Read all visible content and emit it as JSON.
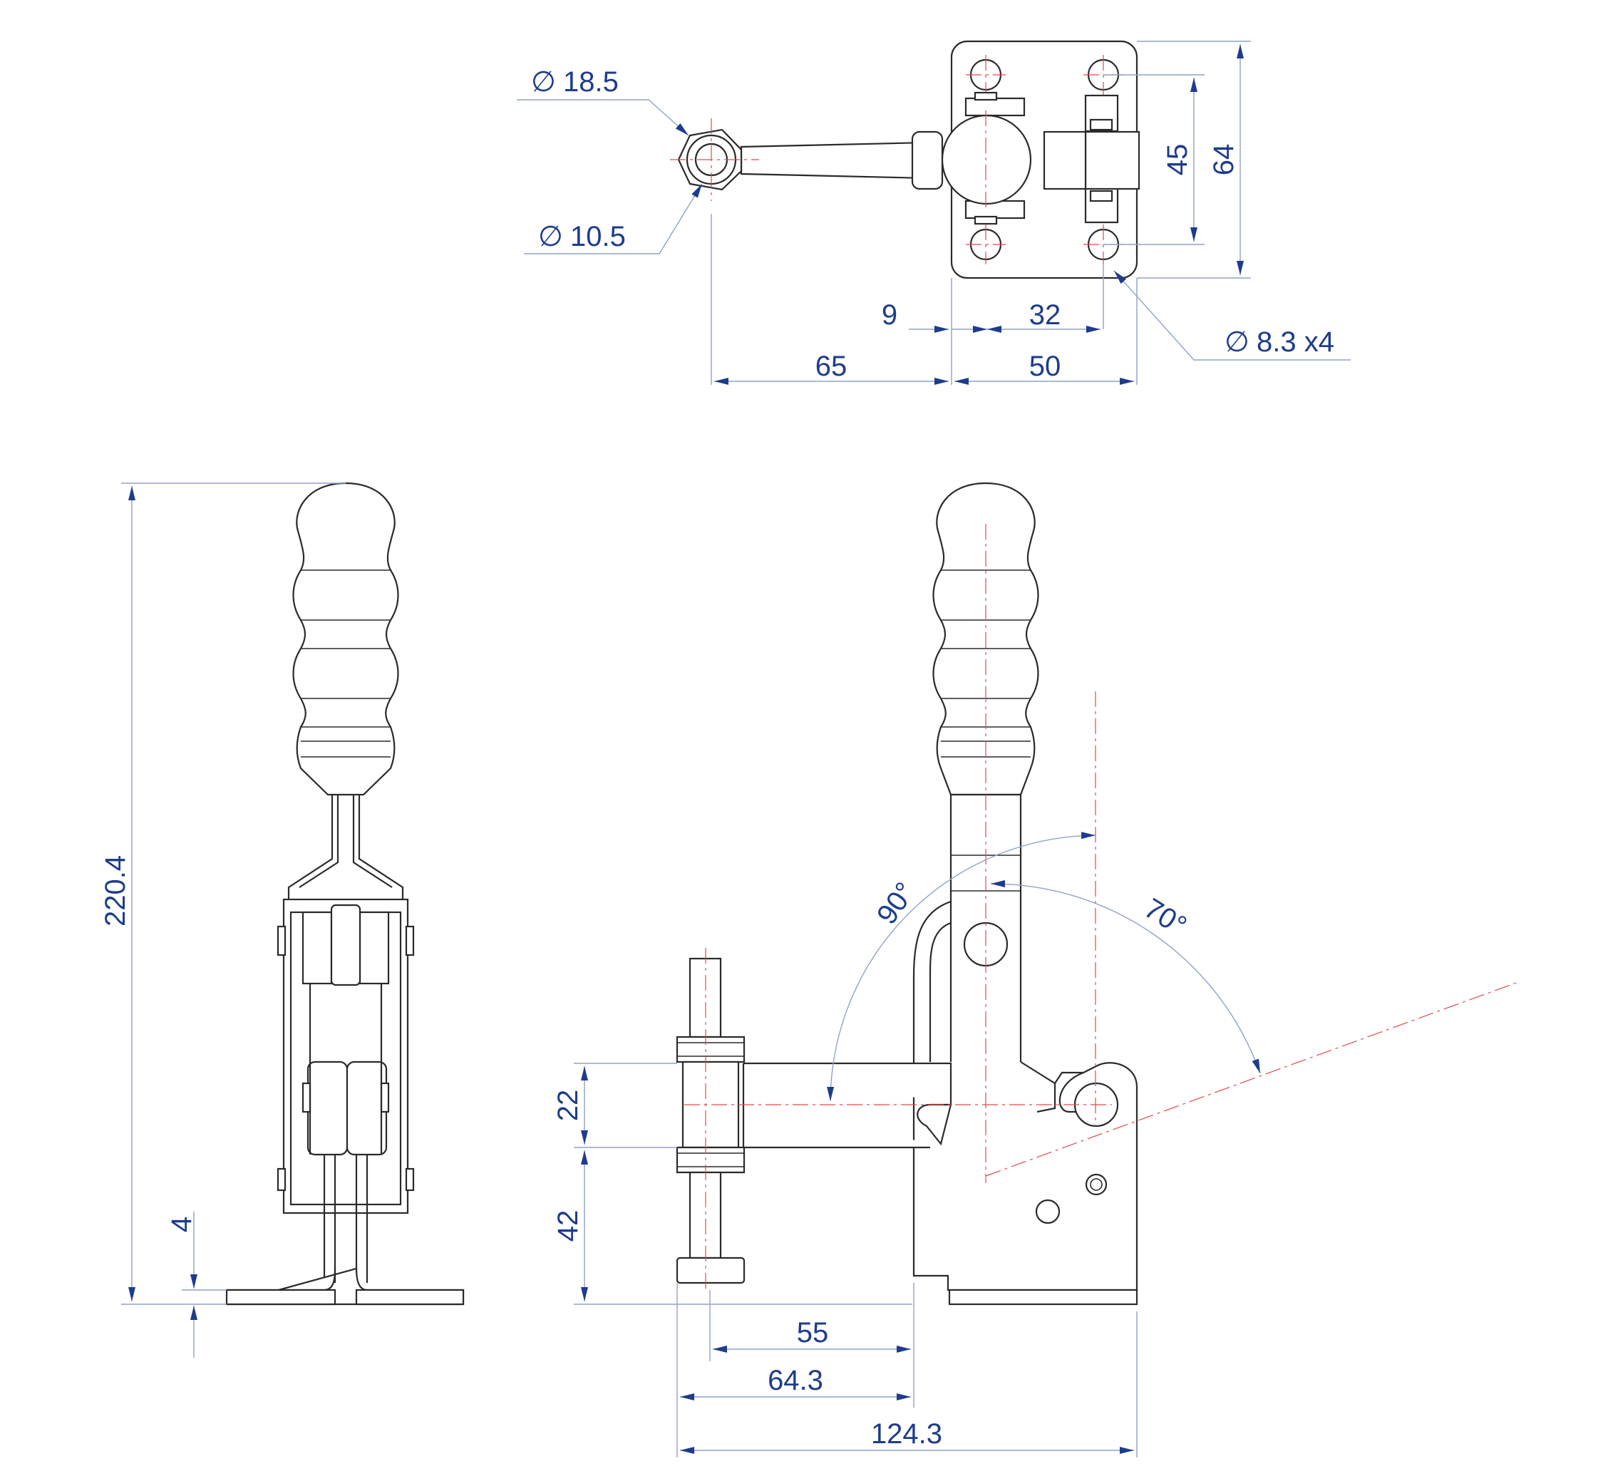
{
  "top_view": {
    "dia_18_5": "18.5",
    "dia_10_5": "10.5",
    "dia_8_3": "8.3 x4",
    "dim_45": "45",
    "dim_64": "64",
    "dim_9": "9",
    "dim_32": "32",
    "dim_65": "65",
    "dim_50": "50"
  },
  "side_view": {
    "dim_220_4": "220.4",
    "dim_4": "4"
  },
  "front_view": {
    "angle_90": "90°",
    "angle_70": "70°",
    "dim_22": "22",
    "dim_42": "42",
    "dim_55": "55",
    "dim_64_3": "64.3",
    "dim_124_3": "124.3"
  },
  "symbols": {
    "diameter": "∅"
  },
  "colors": {
    "dimension_text": "#1e3c8c",
    "extension_line": "#8fa3c6",
    "center_line": "#e24a4a",
    "outline": "#2a2a2a"
  }
}
